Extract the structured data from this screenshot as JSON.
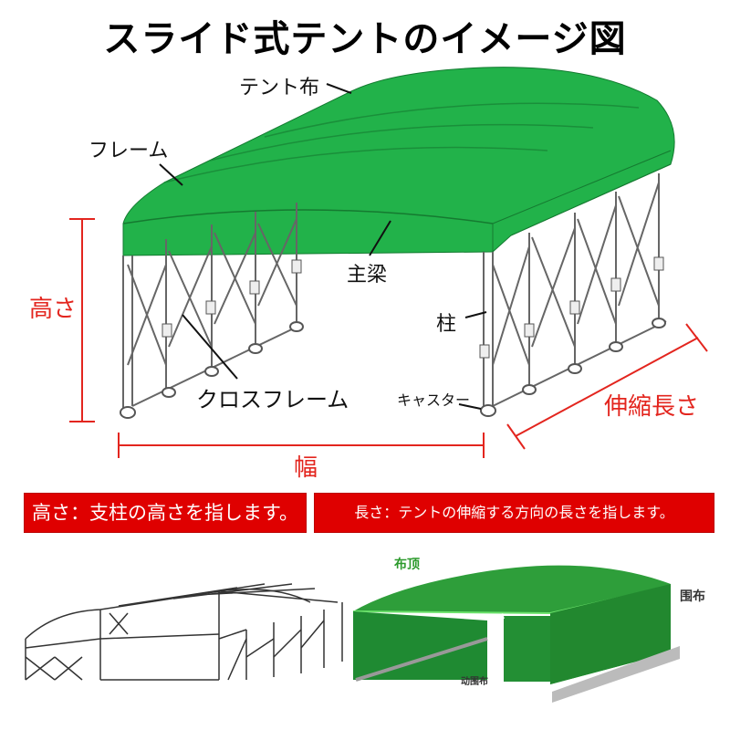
{
  "title": "スライド式テントのイメージ図",
  "labels": {
    "tent_fabric": "テント布",
    "frame": "フレーム",
    "main_beam": "主梁",
    "pillar": "柱",
    "cross_frame": "クロスフレーム",
    "caster": "キャスター"
  },
  "dimensions": {
    "height": "高さ",
    "extend_length": "伸縮長さ",
    "width": "幅"
  },
  "banners": {
    "height_note": "高さ：支柱の高さを指します。",
    "length_note": "長さ：テントの伸縮する方向の長さを指します。"
  },
  "photo_labels": {
    "roof": "布顶",
    "side_cloth": "围布",
    "movable_cloth": "动围布"
  },
  "colors": {
    "tent_green": "#22b24a",
    "dimension_red": "#e3251e",
    "banner_red": "#df0000"
  }
}
